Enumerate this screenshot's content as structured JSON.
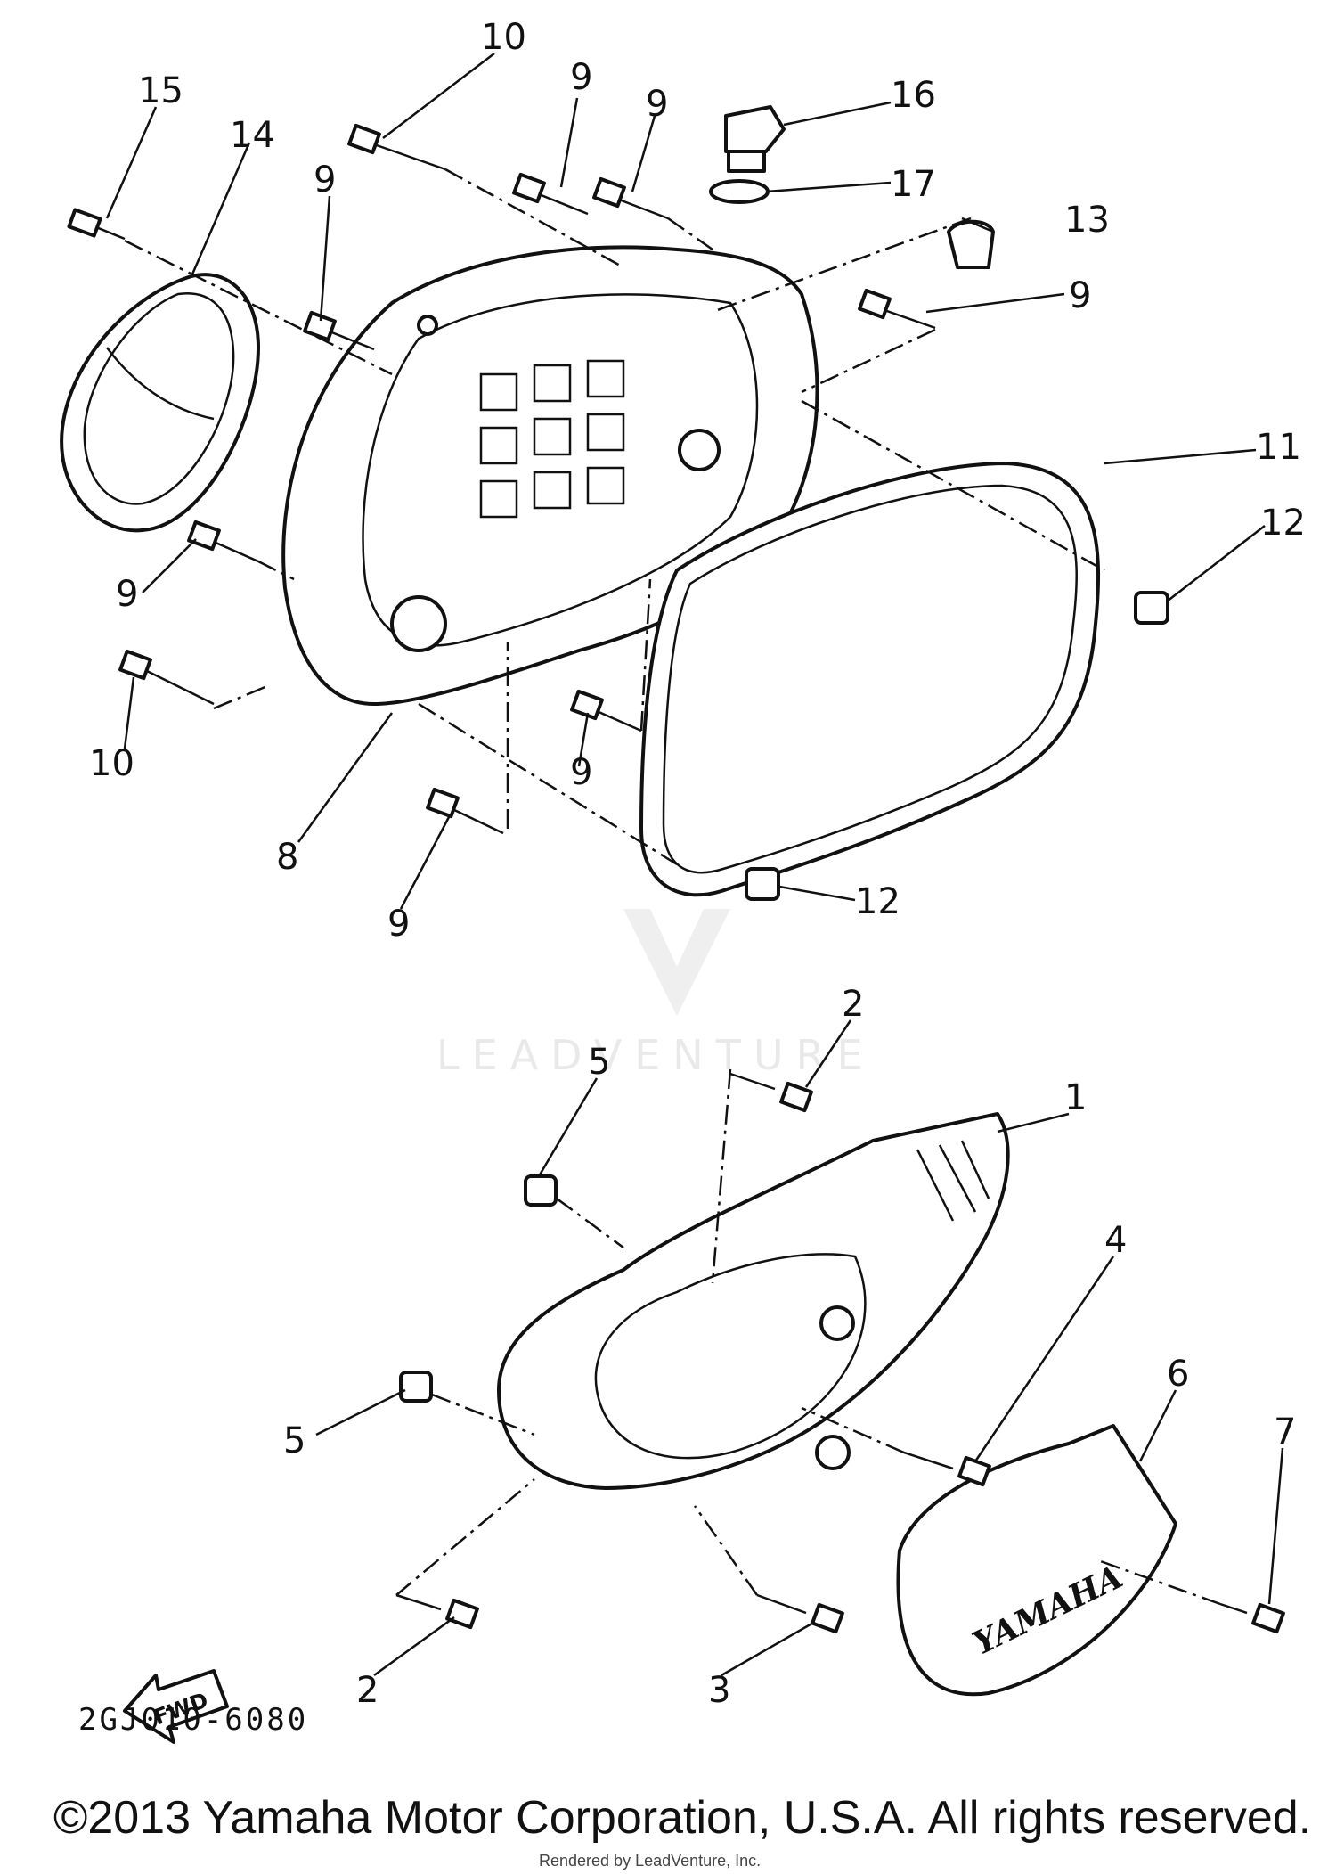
{
  "diagram": {
    "labels": {
      "l1": "1",
      "l2a": "2",
      "l2b": "2",
      "l3": "3",
      "l4": "4",
      "l5a": "5",
      "l5b": "5",
      "l6": "6",
      "l7": "7",
      "l8": "8",
      "l9a": "9",
      "l9b": "9",
      "l9c": "9",
      "l9d": "9",
      "l9e": "9",
      "l9f": "9",
      "l9g": "9",
      "l10a": "10",
      "l10b": "10",
      "l11": "11",
      "l12a": "12",
      "l12b": "12",
      "l13": "13",
      "l14": "14",
      "l15": "15",
      "l16": "16",
      "l17": "17"
    },
    "cover_logo": "YAMAHA",
    "fwd_arrow": "FWD",
    "watermark": "LEADVENTURE"
  },
  "footer": {
    "catalog_code": "2GJ010-6080",
    "copyright": "©2013 Yamaha Motor Corporation, U.S.A. All rights reserved.",
    "render_credit": "Rendered by LeadVenture, Inc."
  }
}
